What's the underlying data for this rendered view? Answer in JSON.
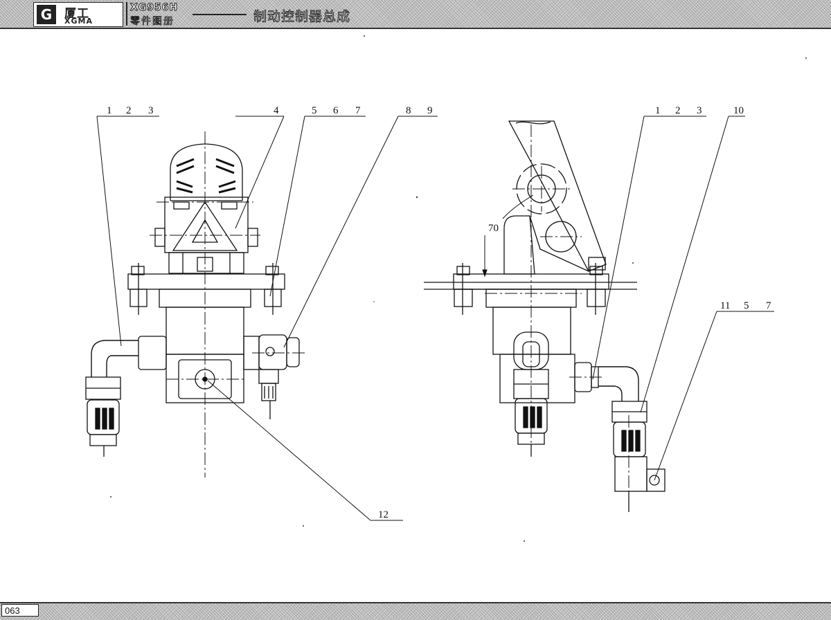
{
  "header": {
    "logo_mark": "G",
    "logo_cn": "厦工",
    "logo_en": "XGMA",
    "model_code": "XG956H",
    "catalog_label": "零件图册",
    "title": "制动控制器总成"
  },
  "footer": {
    "page_number": "063"
  },
  "callouts": {
    "front_view": [
      "1",
      "2",
      "3",
      "4",
      "5",
      "6",
      "7",
      "8",
      "9",
      "12"
    ],
    "side_view": [
      "1",
      "2",
      "3",
      "10",
      "70",
      "11",
      "5",
      "7"
    ]
  }
}
